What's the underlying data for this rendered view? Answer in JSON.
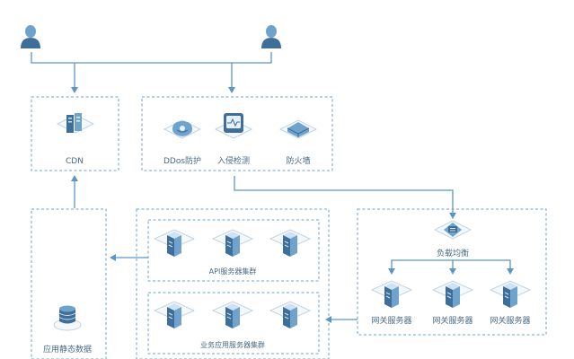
{
  "nodes": {
    "cdn": "CDN",
    "ddos": "DDos防护",
    "ids": "入侵检测",
    "firewall": "防火墙",
    "api_cluster": "API服务器集群",
    "biz_cluster": "业务应用服务器集群",
    "static_data": "应用静态数据",
    "load_balancer": "负载均衡",
    "gateways": [
      "网关服务器",
      "网关服务器",
      "网关服务器"
    ]
  },
  "colors": {
    "line": "#5b96c8",
    "box": "#6ea3cf",
    "icon_dark": "#3f6f98",
    "icon_mid": "#6fa3cc",
    "text": "#4a6a86"
  },
  "icons": [
    "user-icon",
    "cdn-icon",
    "ddos-icon",
    "ids-icon",
    "firewall-icon",
    "server-icon",
    "database-icon",
    "load-balancer-icon"
  ]
}
